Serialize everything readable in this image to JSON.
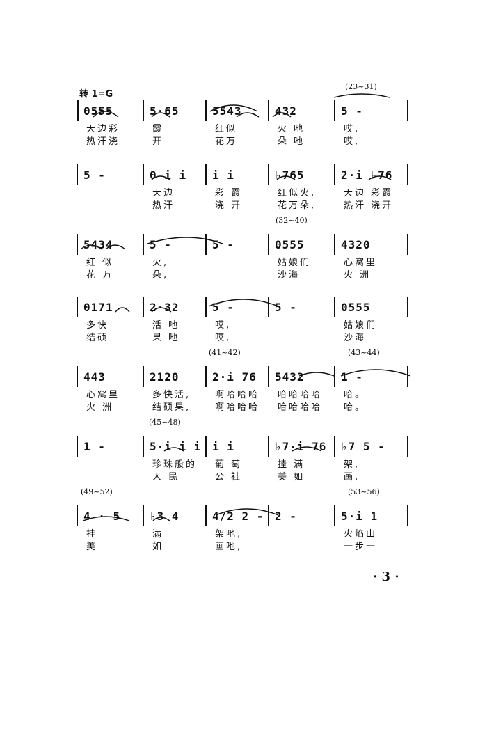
{
  "key_change": "转 1=G",
  "page_number": "· 3 ·",
  "systems": [
    {
      "rehearsal": "(23~31)",
      "measures": [
        {
          "notes": "0555",
          "l1": "天边彩",
          "l2": "热汗浇"
        },
        {
          "notes": "5·65",
          "l1": "霞",
          "l2": "开"
        },
        {
          "notes": "5543",
          "l1": "红似",
          "l2": "花万"
        },
        {
          "notes": "432",
          "l1": "火 吔",
          "l2": "朵 吔"
        },
        {
          "notes": "5 -",
          "l1": "哎,",
          "l2": "哎,"
        }
      ]
    },
    {
      "rehearsal": "",
      "measures": [
        {
          "notes": "5 -",
          "l1": "",
          "l2": ""
        },
        {
          "notes": "0 i i",
          "l1": "天边",
          "l2": "热汗"
        },
        {
          "notes": "i i",
          "l1": "彩 霞",
          "l2": "浇 开"
        },
        {
          "notes": "♭765",
          "l1": "红似火,",
          "l2": "花万朵,"
        },
        {
          "notes": "2·i ♭76",
          "l1": "天边 彩霞",
          "l2": "热汗 浇开"
        }
      ]
    },
    {
      "rehearsal": "(32~40)",
      "measures": [
        {
          "notes": "5434",
          "l1": "红 似",
          "l2": "花 万"
        },
        {
          "notes": "5 -",
          "l1": "火,",
          "l2": "朵,"
        },
        {
          "notes": "5 -",
          "l1": "",
          "l2": ""
        },
        {
          "notes": "0555",
          "l1": "姑娘们",
          "l2": "沙海"
        },
        {
          "notes": "4320",
          "l1": "心窝里",
          "l2": "火 洲"
        }
      ]
    },
    {
      "rehearsal": "",
      "measures": [
        {
          "notes": "0171",
          "l1": "多快",
          "l2": "结硕"
        },
        {
          "notes": "2·32",
          "l1": "活 吔",
          "l2": "果 吔"
        },
        {
          "notes": "5 -",
          "l1": "哎,",
          "l2": "哎,"
        },
        {
          "notes": "5 -",
          "l1": "",
          "l2": ""
        },
        {
          "notes": "0555",
          "l1": "姑娘们",
          "l2": "沙海"
        }
      ]
    },
    {
      "rehearsal": "(41~42)",
      "rehearsal2": "(43~44)",
      "measures": [
        {
          "notes": "443",
          "l1": "心窝里",
          "l2": "火 洲"
        },
        {
          "notes": "2120",
          "l1": "多快活,",
          "l2": "结硕果,"
        },
        {
          "notes": "2·i 76",
          "l1": "啊哈哈哈",
          "l2": "啊哈哈哈"
        },
        {
          "notes": "5432",
          "l1": "哈哈哈哈",
          "l2": "哈哈哈哈"
        },
        {
          "notes": "1 -",
          "l1": "哈。",
          "l2": "哈。"
        }
      ]
    },
    {
      "rehearsal": "(45~48)",
      "measures": [
        {
          "notes": "1 -",
          "l1": "",
          "l2": ""
        },
        {
          "notes": "5·i i i",
          "l1": "珍珠般的",
          "l2": "人 民"
        },
        {
          "notes": "i i",
          "l1": "葡 萄",
          "l2": "公 社"
        },
        {
          "notes": "♭7·i 76",
          "l1": "挂 满",
          "l2": "美 如"
        },
        {
          "notes": "♭7 5 -",
          "l1": "架,",
          "l2": "画,"
        }
      ]
    },
    {
      "rehearsal": "(49~52)",
      "rehearsal2": "(53~56)",
      "measures": [
        {
          "notes": "4 · 5",
          "l1": "挂",
          "l2": "美"
        },
        {
          "notes": "♭3 4",
          "l1": "满",
          "l2": "如"
        },
        {
          "notes": "4/2 2 -",
          "l1": "架吔,",
          "l2": "画吔,"
        },
        {
          "notes": "2 -",
          "l1": "",
          "l2": ""
        },
        {
          "notes": "5·i 1",
          "l1": "火焰山",
          "l2": "一步一"
        }
      ]
    }
  ]
}
